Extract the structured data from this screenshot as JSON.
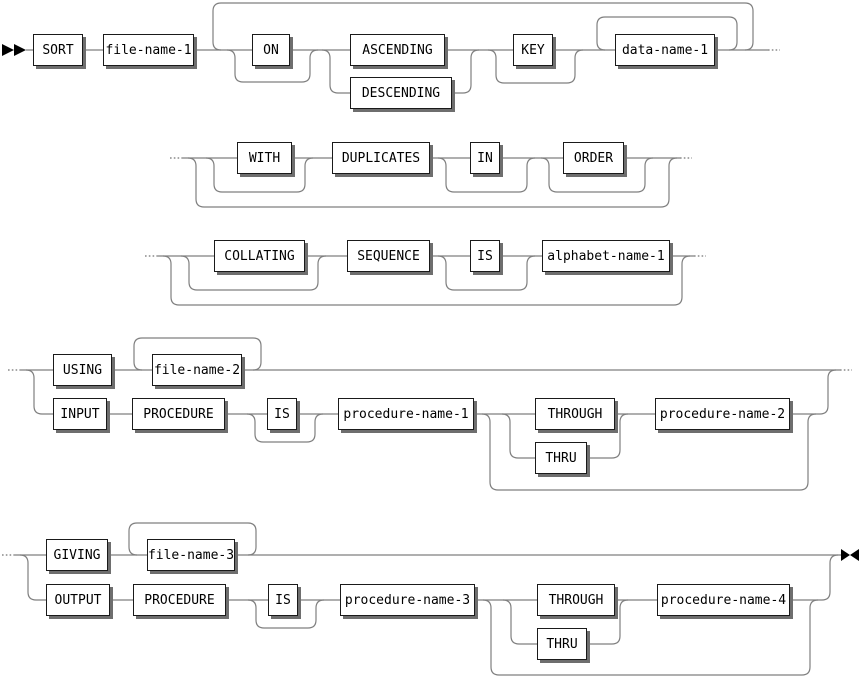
{
  "diagram_type": "railroad-syntax-diagram",
  "statement": "SORT",
  "rows": {
    "sort_clause": {
      "sort": "SORT",
      "file_name_1": "file-name-1",
      "on": "ON",
      "ascending": "ASCENDING",
      "descending": "DESCENDING",
      "key": "KEY",
      "data_name_1": "data-name-1"
    },
    "duplicates_clause": {
      "with": "WITH",
      "duplicates": "DUPLICATES",
      "in": "IN",
      "order": "ORDER"
    },
    "collating_clause": {
      "collating": "COLLATING",
      "sequence": "SEQUENCE",
      "is": "IS",
      "alphabet_name_1": "alphabet-name-1"
    },
    "input_clause": {
      "using": "USING",
      "file_name_2": "file-name-2",
      "input": "INPUT",
      "procedure": "PROCEDURE",
      "is": "IS",
      "procedure_name_1": "procedure-name-1",
      "through": "THROUGH",
      "thru": "THRU",
      "procedure_name_2": "procedure-name-2"
    },
    "output_clause": {
      "giving": "GIVING",
      "file_name_3": "file-name-3",
      "output": "OUTPUT",
      "procedure": "PROCEDURE",
      "is": "IS",
      "procedure_name_3": "procedure-name-3",
      "through": "THROUGH",
      "thru": "THRU",
      "procedure_name_4": "procedure-name-4"
    }
  },
  "symbols": {
    "start": "▶▶",
    "end": "▶◀",
    "continuation": "···"
  },
  "colors": {
    "background": "#ffffff",
    "line": "#7f7f7f",
    "box_border": "#1a1a1a",
    "box_shadow": "#6e6e6e",
    "text": "#000000",
    "symbol": "#000000"
  }
}
